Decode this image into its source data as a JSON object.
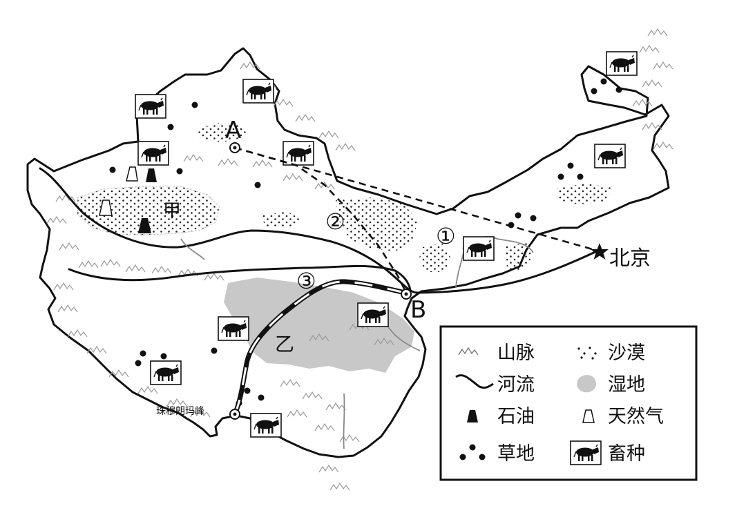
{
  "map": {
    "point_labels": {
      "A": "A",
      "B": "B"
    },
    "route_labels": {
      "r1": "①",
      "r2": "②",
      "r3": "③"
    },
    "region_labels": {
      "jia": "甲",
      "yi": "乙"
    },
    "city_label": "北京",
    "peak_label": "珠穆朗玛峰"
  },
  "legend": {
    "items": [
      {
        "key": "mountain",
        "label": "山脉",
        "icon": "mountain-icon"
      },
      {
        "key": "desert",
        "label": "沙漠",
        "icon": "desert-dots-icon"
      },
      {
        "key": "river",
        "label": "河流",
        "icon": "river-line-icon"
      },
      {
        "key": "wetland",
        "label": "湿地",
        "icon": "wetland-blob-icon"
      },
      {
        "key": "oil",
        "label": "石油",
        "icon": "oil-trapezoid-icon"
      },
      {
        "key": "gas",
        "label": "天然气",
        "icon": "gas-trapezoid-icon"
      },
      {
        "key": "grassland",
        "label": "草地",
        "icon": "grassland-dots-icon"
      },
      {
        "key": "livestock",
        "label": "畜种",
        "icon": "cattle-icon"
      }
    ]
  },
  "colors": {
    "outline": "#111111",
    "wetland": "#c8c8c8",
    "mountain": "#9a9a9a",
    "railway": "#111111"
  }
}
